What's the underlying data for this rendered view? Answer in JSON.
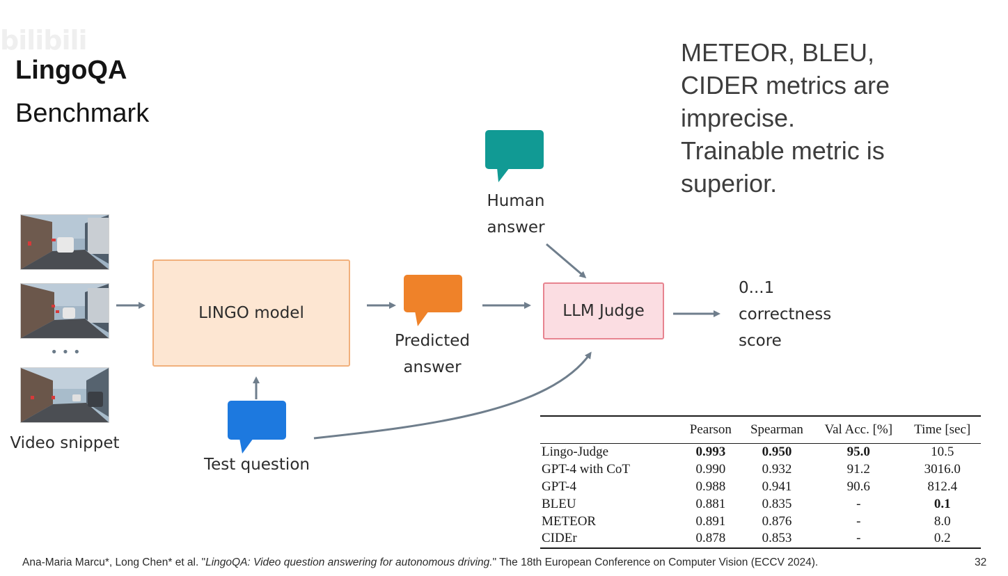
{
  "watermark": "bilibili",
  "slide": {
    "title": "LingoQA",
    "subtitle": "Benchmark",
    "note_lines": [
      "METEOR, BLEU,",
      "CIDER metrics are",
      "imprecise.",
      "Trainable metric is",
      "superior."
    ],
    "page_number": "32"
  },
  "diagram": {
    "video_label": "Video snippet",
    "ellipsis": "• • •",
    "lingo_model": "LINGO model",
    "predicted_answer": [
      "Predicted",
      "answer"
    ],
    "human_answer": [
      "Human",
      "answer"
    ],
    "test_question": "Test question",
    "llm_judge": "LLM Judge",
    "score": [
      "0...1",
      "correctness",
      "score"
    ],
    "colors": {
      "human_bubble": "#119a94",
      "predicted_bubble": "#ef8229",
      "question_bubble": "#1d79df",
      "arrow": "#6f7e8c"
    }
  },
  "table": {
    "headers": [
      "",
      "Pearson",
      "Spearman",
      "Val Acc. [%]",
      "Time [sec]"
    ],
    "rows": [
      {
        "model": "Lingo-Judge",
        "pearson": "0.993",
        "spearman": "0.950",
        "val_acc": "95.0",
        "time": "10.5"
      },
      {
        "model": "GPT-4 with CoT",
        "pearson": "0.990",
        "spearman": "0.932",
        "val_acc": "91.2",
        "time": "3016.0"
      },
      {
        "model": "GPT-4",
        "pearson": "0.988",
        "spearman": "0.941",
        "val_acc": "90.6",
        "time": "812.4"
      },
      {
        "model": "BLEU",
        "pearson": "0.881",
        "spearman": "0.835",
        "val_acc": "-",
        "time": "0.1"
      },
      {
        "model": "METEOR",
        "pearson": "0.891",
        "spearman": "0.876",
        "val_acc": "-",
        "time": "8.0"
      },
      {
        "model": "CIDEr",
        "pearson": "0.878",
        "spearman": "0.853",
        "val_acc": "-",
        "time": "0.2"
      }
    ]
  },
  "citation": {
    "authors": "Ana-Maria Marcu*, Long Chen* et al. \"",
    "paper_title": "LingoQA: Video question answering for autonomous driving.",
    "venue": "\" The 18th European Conference on Computer Vision (ECCV 2024)."
  }
}
